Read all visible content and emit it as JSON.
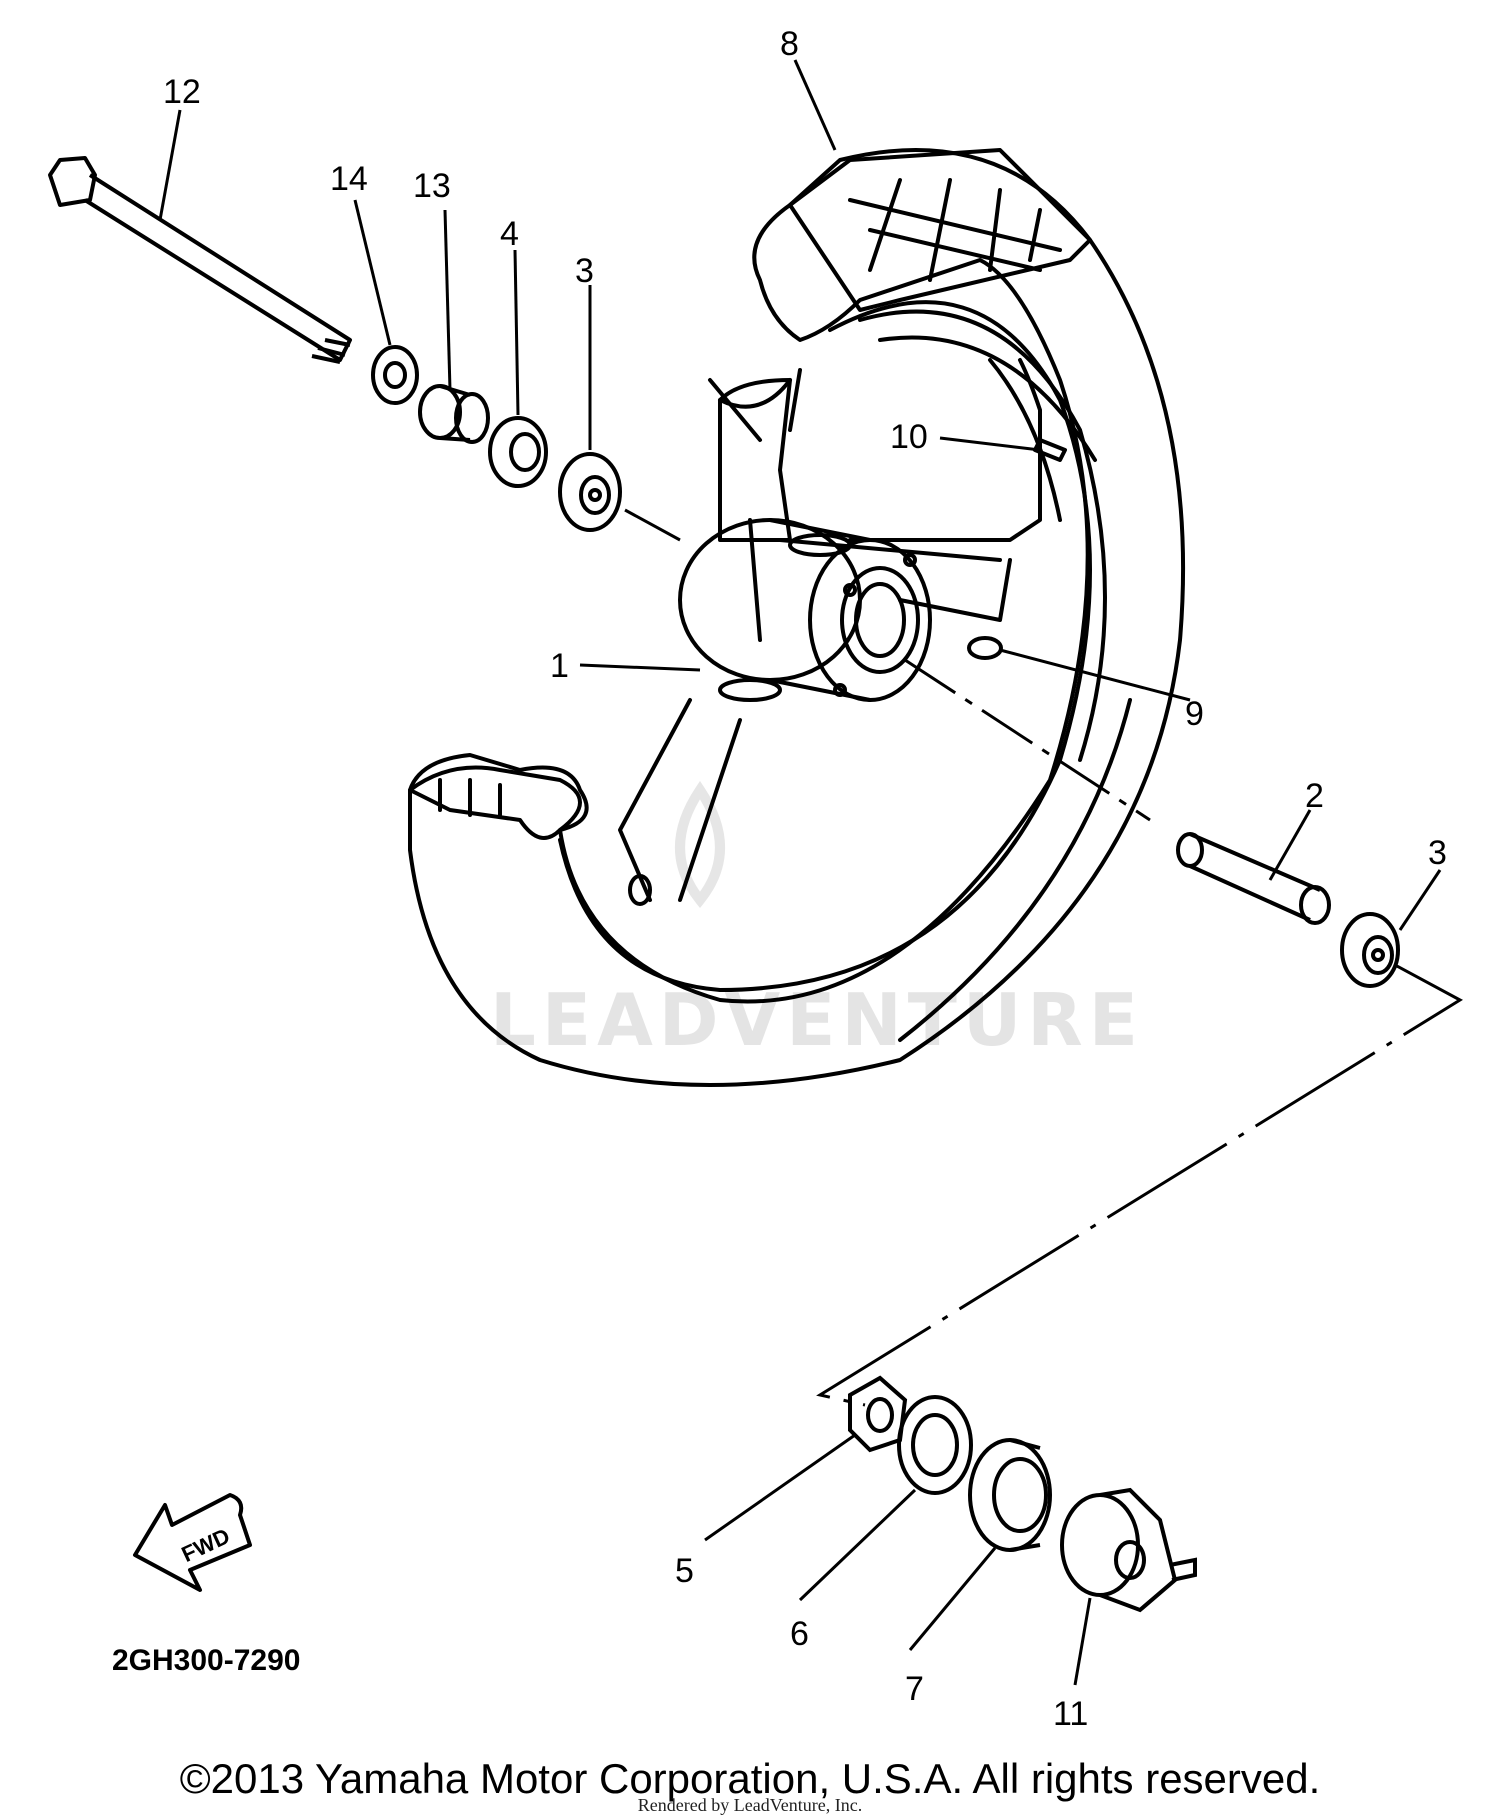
{
  "diagram": {
    "part_labels": {
      "p1": "1",
      "p2": "2",
      "p3a": "3",
      "p3b": "3",
      "p4": "4",
      "p5": "5",
      "p6": "6",
      "p7": "7",
      "p8": "8",
      "p9": "9",
      "p10": "10",
      "p11": "11",
      "p12": "12",
      "p13": "13",
      "p14": "14"
    },
    "fwd_label": "FWD",
    "diagram_code": "2GH300-7290",
    "watermark": "LEADVENTURE"
  },
  "footer": {
    "copyright": "©2013 Yamaha Motor Corporation, U.S.A. All rights reserved.",
    "rendered_by": "Rendered by LeadVenture, Inc."
  }
}
